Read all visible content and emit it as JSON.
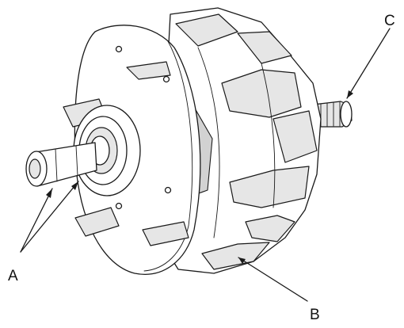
{
  "labels": {
    "a": "A",
    "b": "B",
    "c": "C"
  },
  "colors": {
    "ink": "#1a1a1a",
    "background": "#ffffff"
  }
}
